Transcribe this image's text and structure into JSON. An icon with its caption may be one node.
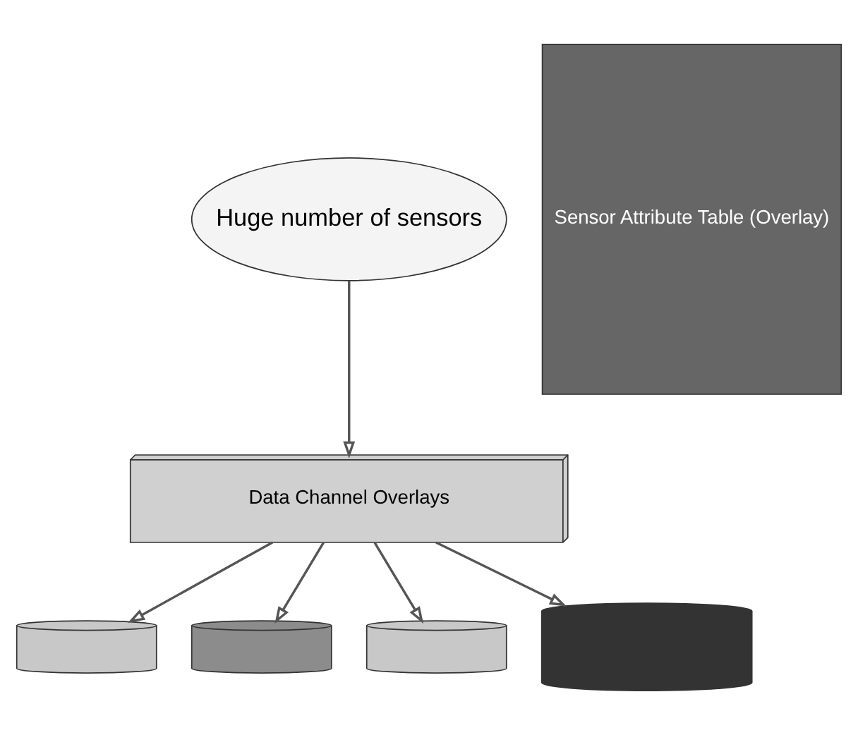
{
  "diagram": {
    "nodes": [
      {
        "text": [
          "Huge number of sensors"
        ]
      },
      {
        "text": [
          "Data Channel Overlays"
        ]
      },
      {
        "text": [
          "Sensor Attribute Table (Overlay)"
        ]
      },
      {
        "text": [],
        "shape": "cylinder"
      },
      {
        "text": [],
        "shape": "cylinder"
      },
      {
        "text": [],
        "shape": "cylinder"
      },
      {
        "text": [],
        "shape": "cylinder"
      }
    ],
    "edges": [
      {
        "from": 0,
        "to": 1,
        "arrow": "to"
      },
      {
        "from": 1,
        "to": 3,
        "arrow": "to"
      },
      {
        "from": 1,
        "to": 4,
        "arrow": "to"
      },
      {
        "from": 1,
        "to": 5,
        "arrow": "to"
      },
      {
        "from": 1,
        "to": 6,
        "arrow": "to"
      }
    ]
  }
}
